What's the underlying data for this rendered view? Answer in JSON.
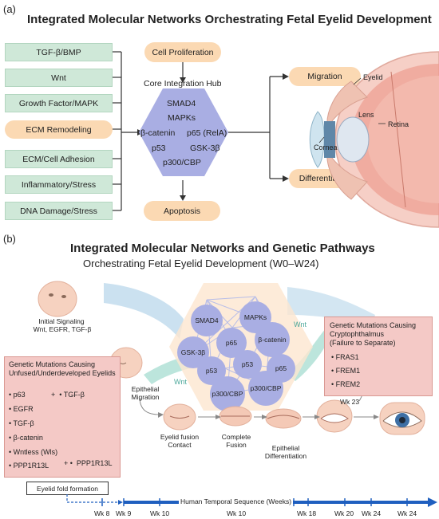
{
  "panel_a": {
    "label": "(a)",
    "title": "Integrated Molecular Networks Orchestrating Fetal Eyelid Development",
    "inputs": [
      "TGF-β/BMP",
      "Wnt",
      "Growth Factor/MAPK",
      "ECM Remodeling",
      "ECM/Cell Adhesion",
      "Inflammatory/Stress",
      "DNA Damage/Stress"
    ],
    "cell_proliferation": "Cell Proliferation",
    "hub_title": "Core Integration Hub",
    "hub_items": [
      "SMAD4",
      "MAPKs",
      "β-catenin",
      "p65 (RelA)",
      "p53",
      "GSK-3β",
      "p300/CBP"
    ],
    "apoptosis": "Apoptosis",
    "migration": "Migration",
    "differentiation": "Differentiation",
    "eye_labels": {
      "eyelid": "Eyelid",
      "lens": "Lens",
      "retina": "Retina",
      "cornea": "Cornea"
    }
  },
  "panel_b": {
    "label": "(b)",
    "title": "Integrated Molecular Networks and Genetic Pathways",
    "subtitle": "Orchestrating Fetal Eyelid Development (W0–W24)",
    "initial_signaling": "Initial Signaling",
    "initial_signaling_sub": "Wnt, EGFR, TGF-β",
    "wnt_left": "Wnt",
    "wnt_right": "Wnt",
    "network_nodes": [
      "SMAD4",
      "MAPKs",
      "p65",
      "β-catenin",
      "GSK-3β",
      "p53",
      "p53",
      "p65",
      "p300/CBP",
      "p300/CBP"
    ],
    "right_box": {
      "title": "Genetic Mutations Causing Cryptophthalmus",
      "subtitle": "(Failure to Separate)",
      "items": [
        "FRAS1",
        "FREM1",
        "FREM2"
      ]
    },
    "left_box": {
      "title": "Genetic Mutations Causing Unfused/Underdeveloped Eyelids",
      "col1": [
        "p63",
        "EGFR",
        "TGF-β",
        "β-catenin",
        "Wntless (Wls)",
        "PPP1R13L"
      ],
      "col2_a": "TGF-β",
      "col2_b": "PPP1R13L"
    },
    "epithelial_migration": "Epithelial Migration",
    "stages": [
      "Eyelid fusion Contact",
      "Complete Fusion",
      "Epithelial Differentiation"
    ],
    "wk23": "Wk 23",
    "fold_box": "Eyelid fold formation",
    "timeline_label": "Human Temporal Sequence (Weeks)",
    "ticks": [
      "Wk 8",
      "Wk 9",
      "Wk 10",
      "Wk 10",
      "Wk 18",
      "Wk 20",
      "Wk 24",
      "Wk 24"
    ]
  },
  "colors": {
    "green": "#cfe8d8",
    "peach": "#fbd9b3",
    "hub": "#a9aee3",
    "pink": "#f4c9c6",
    "timeline": "#1f5fbf"
  }
}
